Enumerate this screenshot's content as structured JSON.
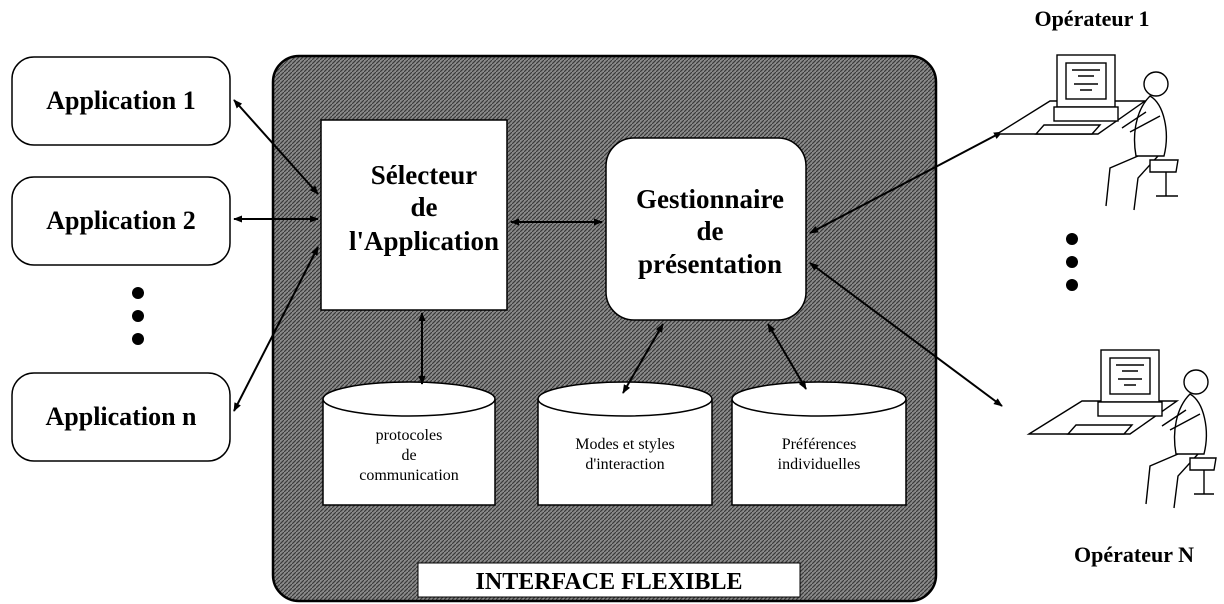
{
  "applications": [
    {
      "label": "Application 1"
    },
    {
      "label": "Application 2"
    },
    {
      "label": "Application n"
    }
  ],
  "interface": {
    "label": "INTERFACE FLEXIBLE",
    "selector": {
      "lines": [
        "Sélecteur",
        "de",
        "l'Application"
      ]
    },
    "manager": {
      "lines": [
        "Gestionnaire",
        "de",
        "présentation"
      ]
    },
    "databases": [
      {
        "lines": [
          "protocoles",
          "de",
          "communication"
        ]
      },
      {
        "lines": [
          "Modes et styles",
          "d'interaction"
        ]
      },
      {
        "lines": [
          "Préférences",
          "individuelles"
        ]
      }
    ]
  },
  "operators": [
    {
      "label": "Opérateur 1"
    },
    {
      "label": "Opérateur N"
    }
  ],
  "colors": {
    "hatch": "#6e6e6e",
    "ink": "#000000",
    "paper": "#ffffff"
  },
  "icons": [
    "operator-workstation-icon",
    "ellipsis-dots"
  ]
}
